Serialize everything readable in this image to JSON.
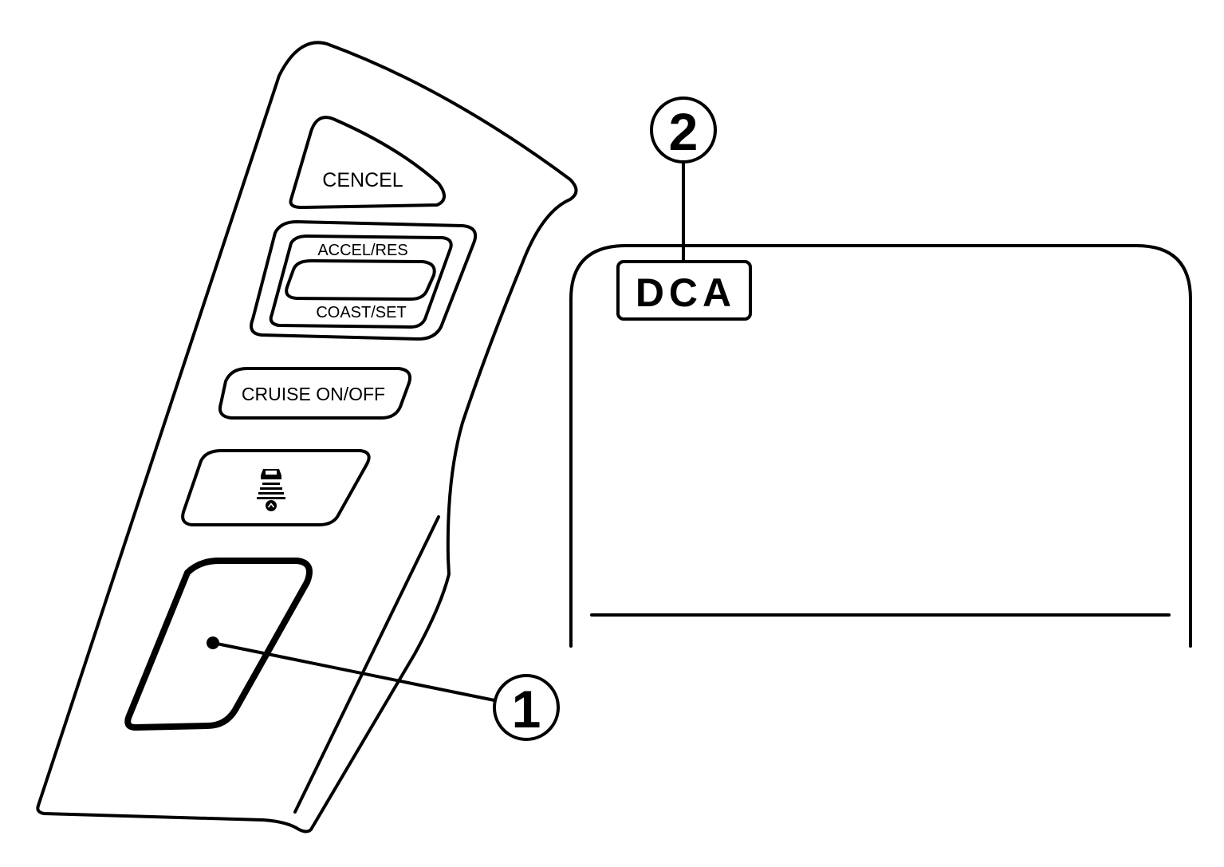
{
  "switch_panel": {
    "cancel_label": "CENCEL",
    "accel_res_label": "ACCEL/RES",
    "coast_set_label": "COAST/SET",
    "cruise_label": "CRUISE ON/OFF",
    "distance_icon": "vehicle-distance-icon"
  },
  "callouts": {
    "one": "1",
    "two": "2"
  },
  "display": {
    "indicator_label": "DCA"
  },
  "colors": {
    "ink": "#000000",
    "background": "#ffffff"
  }
}
